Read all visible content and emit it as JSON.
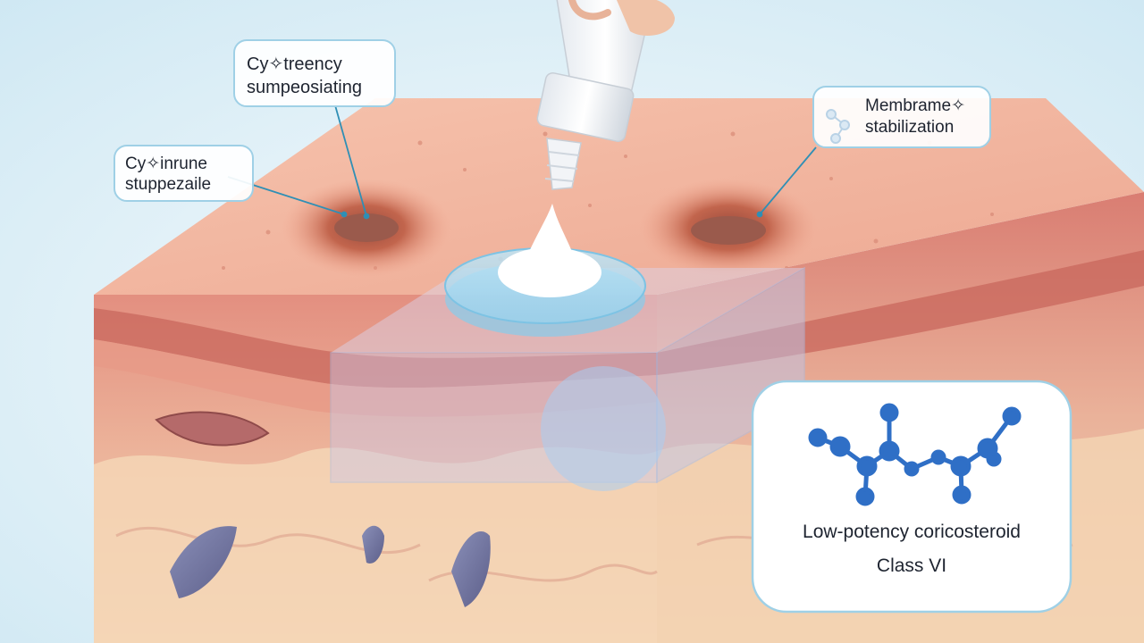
{
  "callouts": {
    "top_left": {
      "line1": "Cy✧treency",
      "line2": "sumpeosiating"
    },
    "left": {
      "line1": "Cy✧inrune",
      "line2": "stuppezaile"
    },
    "top_right": {
      "line1": "Membrame✧",
      "line2": "stabilization"
    }
  },
  "molecule_card": {
    "line1": "Low-potency coricosteroid",
    "line2": "Class VI"
  },
  "colors": {
    "background": "#d9eef6",
    "skin_top": "#f3b7a0",
    "skin_side": "#eaa08f",
    "dermis": "#f2c9a6",
    "film": "#9fd8f2",
    "molecule": "#2f6fc6",
    "callout_border": "#9fd0e6"
  },
  "icons": [
    "molecule-icon",
    "cream-tube",
    "fingertip"
  ]
}
